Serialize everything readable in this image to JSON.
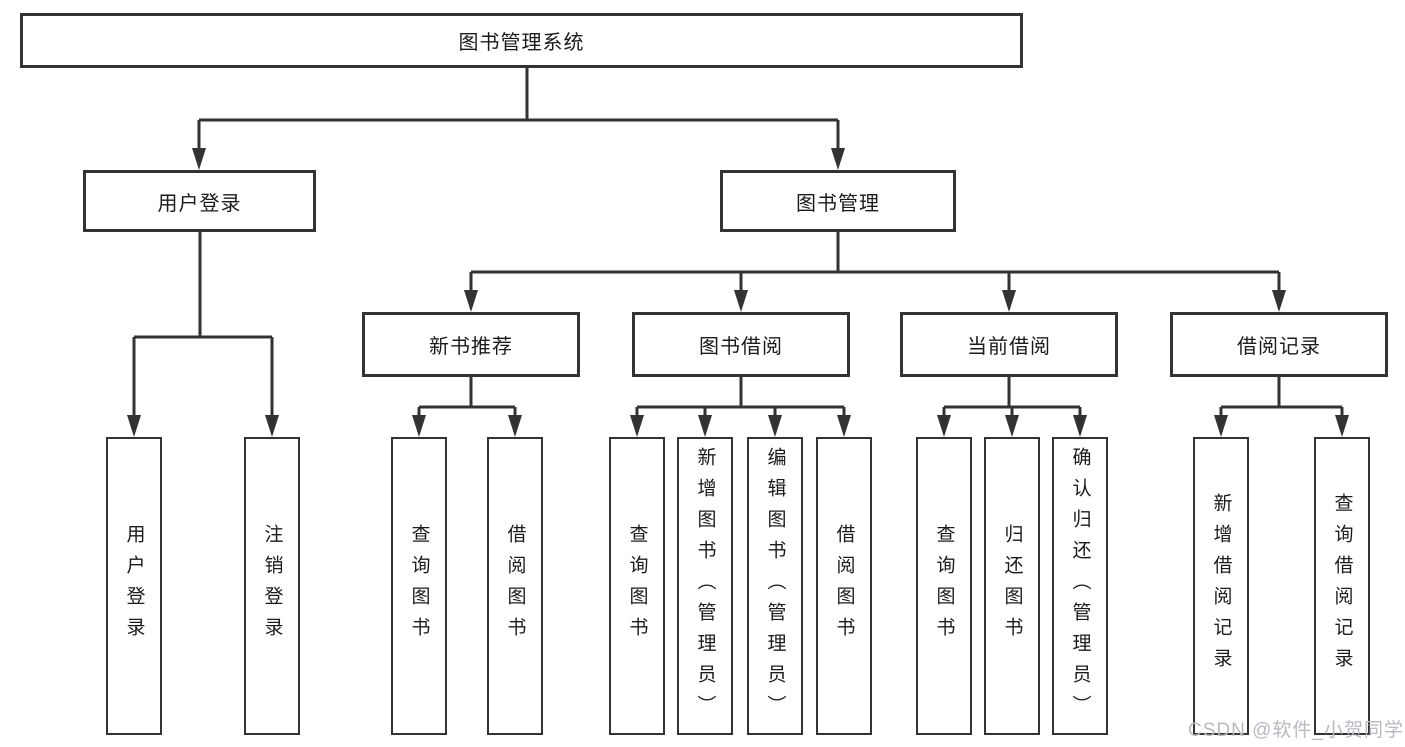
{
  "diagram_title": "图书管理系统",
  "watermark": "CSDN @软件_小贺同学",
  "nodes": {
    "root": "图书管理系统",
    "user_login": "用户登录",
    "book_mgmt": "图书管理",
    "new_book_rec": "新书推荐",
    "book_borrow": "图书借阅",
    "current_borrow": "当前借阅",
    "borrow_record": "借阅记录",
    "leaf_user_login": "用户登录",
    "leaf_logout": "注销登录",
    "rec_query": "查询图书",
    "rec_borrow": "借阅图书",
    "bb_query": "查询图书",
    "bb_add": "新增图书（管理员）",
    "bb_edit": "编辑图书（管理员）",
    "bb_borrow": "借阅图书",
    "cb_query": "查询图书",
    "cb_return": "归还图书",
    "cb_confirm": "确认归还（管理员）",
    "br_add": "新增借阅记录",
    "br_query": "查询借阅记录"
  },
  "hierarchy": {
    "图书管理系统": [
      "用户登录",
      "图书管理"
    ],
    "用户登录": [
      "用户登录",
      "注销登录"
    ],
    "图书管理": [
      "新书推荐",
      "图书借阅",
      "当前借阅",
      "借阅记录"
    ],
    "新书推荐": [
      "查询图书",
      "借阅图书"
    ],
    "图书借阅": [
      "查询图书",
      "新增图书（管理员）",
      "编辑图书（管理员）",
      "借阅图书"
    ],
    "当前借阅": [
      "查询图书",
      "归还图书",
      "确认归还（管理员）"
    ],
    "借阅记录": [
      "新增借阅记录",
      "查询借阅记录"
    ]
  },
  "colors": {
    "line": "#333333",
    "box_border": "#333333",
    "box_background": "#ffffff",
    "text": "#1b1b1b",
    "watermark": "#b7bac1",
    "page_background": "#ffffff"
  }
}
